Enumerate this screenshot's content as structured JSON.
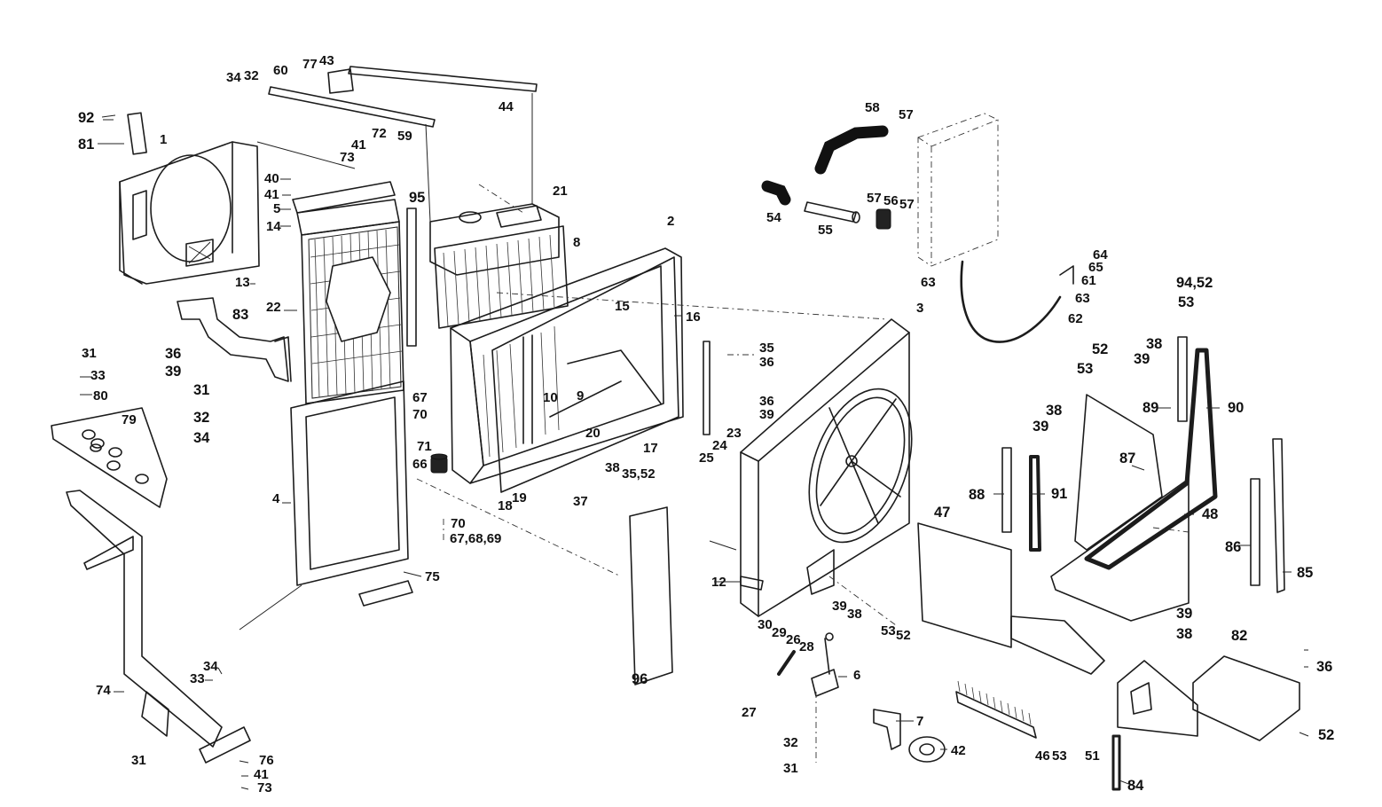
{
  "diagram": {
    "labels": [
      "1",
      "2",
      "3",
      "4",
      "5",
      "6",
      "7",
      "8",
      "9",
      "10",
      "12",
      "13",
      "14",
      "15",
      "16",
      "17",
      "18",
      "19",
      "20",
      "21",
      "22",
      "23",
      "24",
      "25",
      "26",
      "27",
      "28",
      "29",
      "30",
      "31",
      "31",
      "31",
      "31",
      "31",
      "32",
      "32",
      "32",
      "33",
      "33",
      "34",
      "34",
      "34",
      "35",
      "36",
      "36",
      "36",
      "36",
      "37",
      "38",
      "38",
      "38",
      "38",
      "38",
      "39",
      "39",
      "39",
      "39",
      "39",
      "39",
      "40",
      "41",
      "41",
      "41",
      "42",
      "43",
      "44",
      "46",
      "47",
      "48",
      "51",
      "52",
      "52",
      "52",
      "53",
      "53",
      "53",
      "53",
      "54",
      "55",
      "56",
      "57",
      "57",
      "57",
      "58",
      "59",
      "60",
      "61",
      "62",
      "63",
      "63",
      "64",
      "65",
      "66",
      "67",
      "70",
      "70",
      "71",
      "72",
      "73",
      "73",
      "74",
      "75",
      "76",
      "77",
      "79",
      "80",
      "81",
      "82",
      "83",
      "84",
      "85",
      "86",
      "87",
      "88",
      "89",
      "90",
      "91",
      "92",
      "94,52",
      "95",
      "96",
      "35,52",
      "67,68,69"
    ]
  }
}
